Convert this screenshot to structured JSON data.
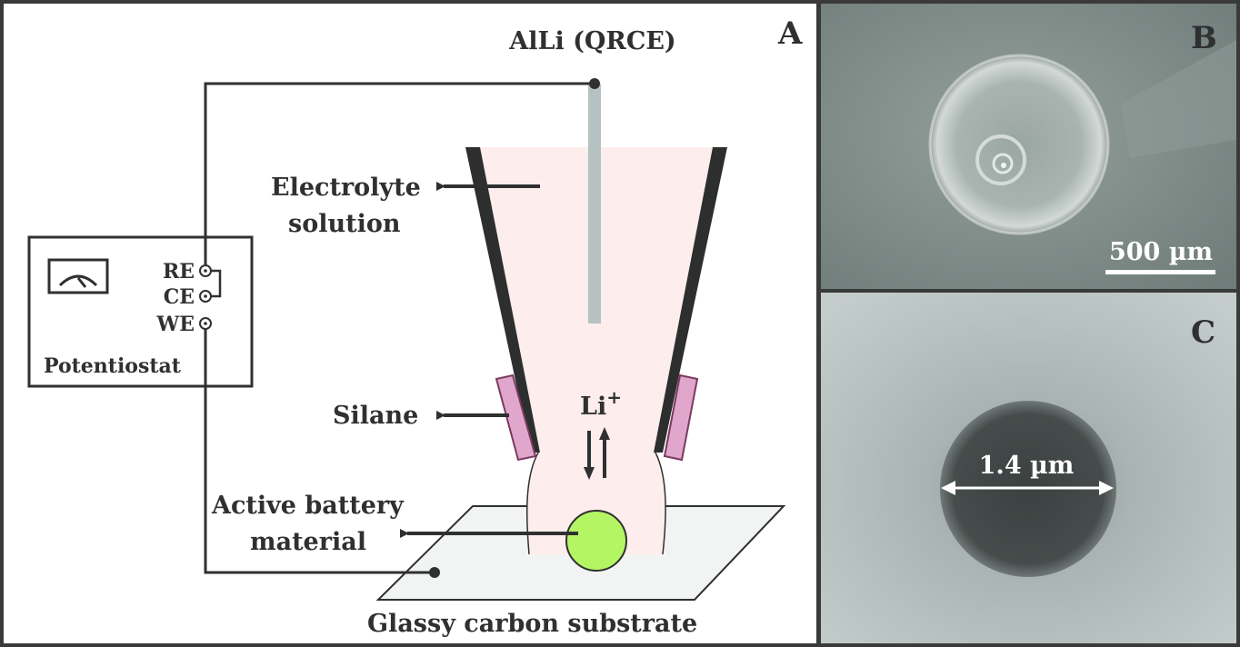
{
  "panels": {
    "a": {
      "letter": "A",
      "labels": {
        "reference_electrode": "AlLi (QRCE)",
        "electrolyte_line1": "Electrolyte",
        "electrolyte_line2": "solution",
        "silane": "Silane",
        "ion": "Li",
        "ion_charge": "+",
        "active_line1": "Active battery",
        "active_line2": "material",
        "substrate": "Glassy carbon substrate",
        "potentiostat": "Potentiostat",
        "terminal_re": "RE",
        "terminal_ce": "CE",
        "terminal_we": "WE"
      },
      "colors": {
        "electrolyte": "#fdedec",
        "pipette_wall": "#2d2f2f",
        "silane": "#e0a6cc",
        "silane_border": "#7a3a5e",
        "particle": "#b4f564",
        "electrode": "#b6c2c2",
        "substrate": "#f2f4f4",
        "wire": "#2f3031"
      },
      "icons": [
        "meter-icon"
      ]
    },
    "b": {
      "letter": "B",
      "scale_bar_label": "500 µm"
    },
    "c": {
      "letter": "C",
      "measure_label": "1.4 µm"
    }
  }
}
